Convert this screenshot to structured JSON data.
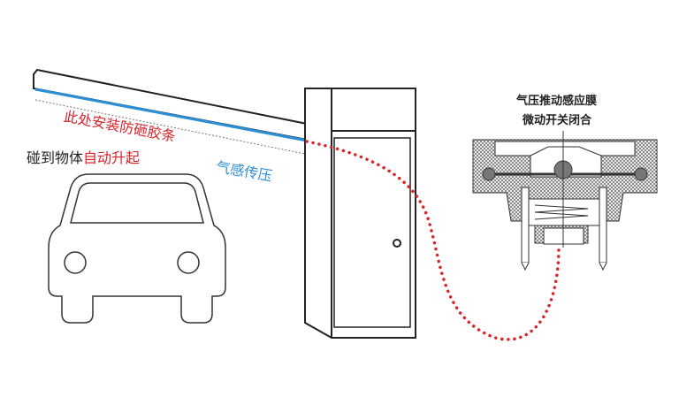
{
  "labels": {
    "strip": "此处安装防砸胶条",
    "touch_prefix": "碰到物体",
    "touch_suffix": "自动升起",
    "air_pressure": "气感传压",
    "sensor_line1": "气压推动感应膜",
    "sensor_line2": "微动开关闭合"
  },
  "colors": {
    "red": "#d8232a",
    "blue": "#2b8fd8",
    "outline": "#222222"
  }
}
